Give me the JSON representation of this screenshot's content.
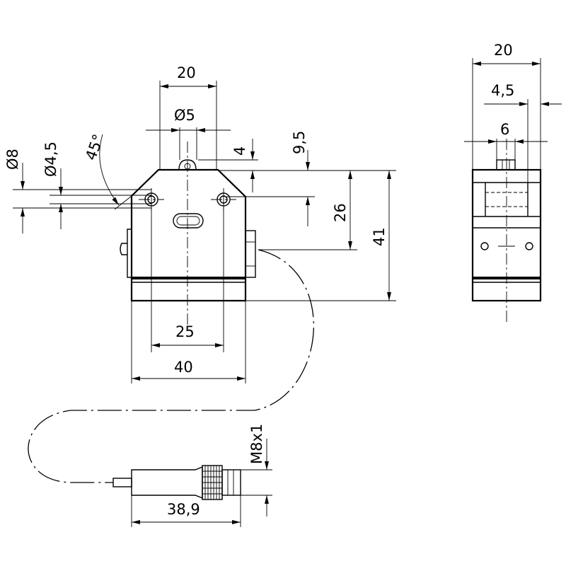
{
  "dimensions": {
    "d_width_20": "20",
    "d_dia5": "Ø5",
    "d_4": "4",
    "d_9_5": "9,5",
    "d_26": "26",
    "d_41": "41",
    "d_dia8": "Ø8",
    "d_dia4_5": "Ø4,5",
    "d_45deg": "45°",
    "d_25": "25",
    "d_40": "40",
    "d_m8x1": "M8x1",
    "d_38_9": "38,9",
    "d_side_20": "20",
    "d_side_4_5": "4,5",
    "d_side_6": "6"
  }
}
